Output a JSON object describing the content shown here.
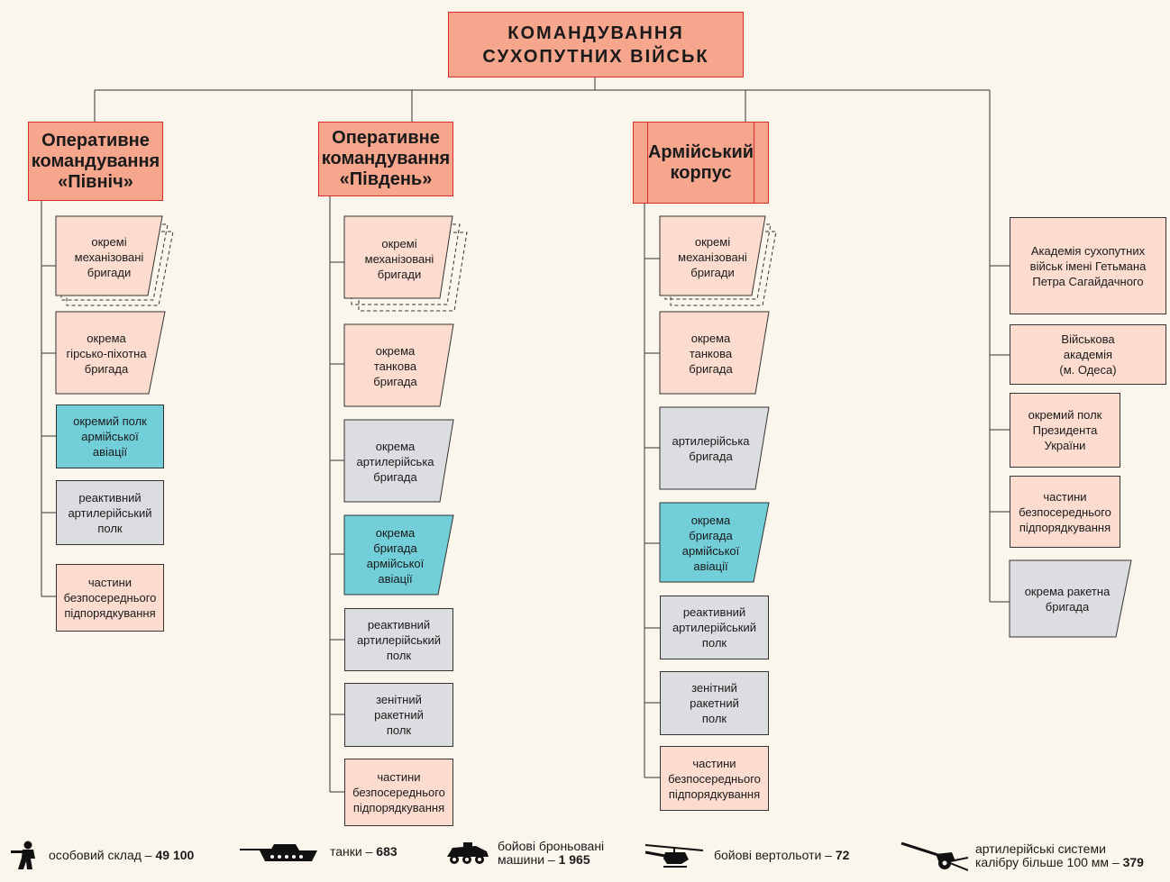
{
  "root": {
    "label": "КОМАНДУВАННЯ\nСУХОПУТНИХ ВІЙСЬК"
  },
  "north": {
    "title": "Оперативне\nкомандування\n«Північ»",
    "units": [
      "окремі\nмеханізовані\nбригади",
      "окрема\nгірсько-піхотна\nбригада",
      "окремий полк\nармійської\nавіації",
      "реактивний\nартилерійський\nполк",
      "частини\nбезпосереднього\nпідпорядкування"
    ]
  },
  "south": {
    "title": "Оперативне\nкомандування\n«Південь»",
    "units": [
      "окремі\nмеханізовані\nбригади",
      "окрема\nтанкова\nбригада",
      "окрема\nартилерійська\nбригада",
      "окрема\nбригада\nармійської\nавіації",
      "реактивний\nартилерійський\nполк",
      "зенітний\nракетний\nполк",
      "частини\nбезпосереднього\nпідпорядкування"
    ]
  },
  "corps": {
    "title": "Армійський\nкорпус",
    "units": [
      "окремі\nмеханізовані\nбригади",
      "окрема\nтанкова\nбригада",
      "артилерійська\nбригада",
      "окрема\nбригада\nармійської\nавіації",
      "реактивний\nартилерійський\nполк",
      "зенітний\nракетний\nполк",
      "частини\nбезпосереднього\nпідпорядкування"
    ]
  },
  "direct": {
    "units": [
      "Академія сухопутних\nвійськ імені Гетьмана\nПетра Сагайдачного",
      "Військова\nакадемія\n(м. Одеса)",
      "окремий полк\nПрезидента\nУкраїни",
      "частини\nбезпосереднього\nпідпорядкування",
      "окрема ракетна\nбригада"
    ]
  },
  "legend": [
    {
      "icon": "soldier-icon",
      "text": "особовий склад – ",
      "value": "49 100"
    },
    {
      "icon": "tank-icon",
      "text": "танки – ",
      "value": "683"
    },
    {
      "icon": "armored-vehicle-icon",
      "text": "бойові броньовані\nмашини – ",
      "value": "1 965"
    },
    {
      "icon": "helicopter-icon",
      "text": "бойові вертольоти – ",
      "value": "72"
    },
    {
      "icon": "artillery-icon",
      "text": "артилерійські системи\nкалібру більше 100 мм – ",
      "value": "379"
    }
  ],
  "colors": {
    "command_fill": "#f6a68d",
    "command_border": "#d42a2a",
    "unit_pink": "#fbdccf",
    "unit_gray": "#dcdde0",
    "unit_aviation": "#72cfd9",
    "background": "#fbf6ec"
  }
}
